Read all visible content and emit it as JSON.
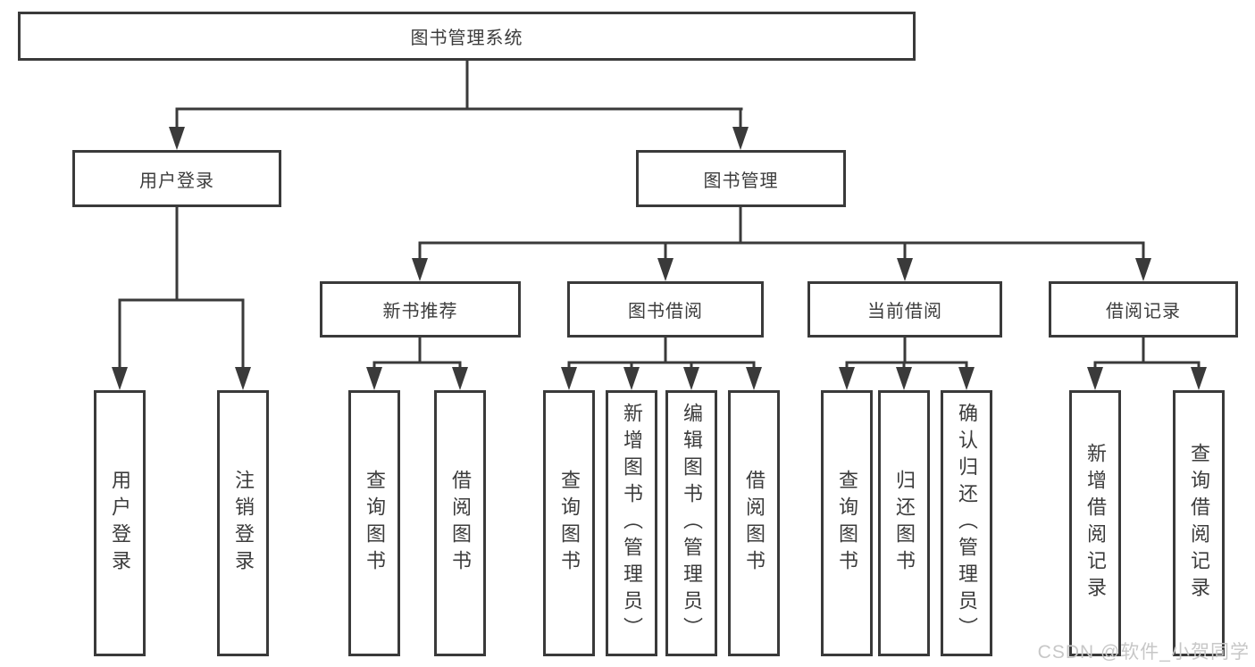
{
  "diagram": {
    "root": {
      "label": "图书管理系统",
      "children": [
        {
          "label": "用户登录",
          "children": [
            {
              "label": "用户登录"
            },
            {
              "label": "注销登录"
            }
          ]
        },
        {
          "label": "图书管理",
          "children": [
            {
              "label": "新书推荐",
              "children": [
                {
                  "label": "查询图书"
                },
                {
                  "label": "借阅图书"
                }
              ]
            },
            {
              "label": "图书借阅",
              "children": [
                {
                  "label": "查询图书"
                },
                {
                  "label": "新增图书（管理员）"
                },
                {
                  "label": "编辑图书（管理员）"
                },
                {
                  "label": "借阅图书"
                }
              ]
            },
            {
              "label": "当前借阅",
              "children": [
                {
                  "label": "查询图书"
                },
                {
                  "label": "归还图书"
                },
                {
                  "label": "确认归还（管理员）"
                }
              ]
            },
            {
              "label": "借阅记录",
              "children": [
                {
                  "label": "新增借阅记录"
                },
                {
                  "label": "查询借阅记录"
                }
              ]
            }
          ]
        }
      ]
    },
    "watermark": "CSDN @软件_小贺同学",
    "colors": {
      "line": "#3a3a3a",
      "text": "#3c3c3c",
      "watermark": "#c7c7c7",
      "background": "#ffffff"
    }
  }
}
